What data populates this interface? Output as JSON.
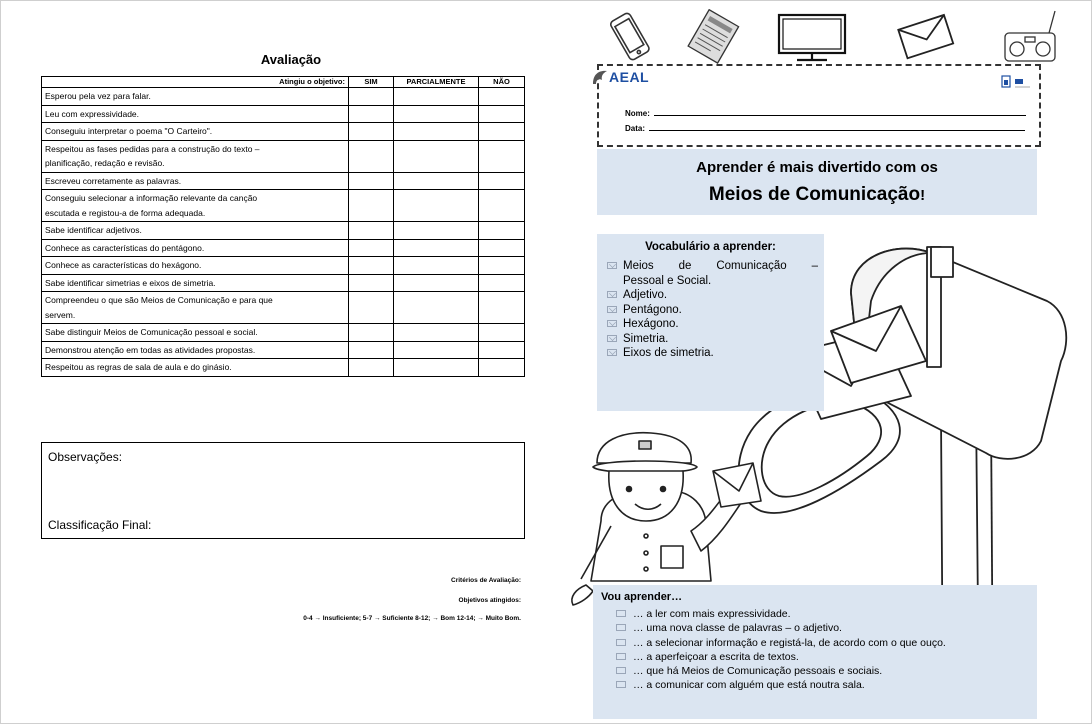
{
  "evaluation": {
    "title": "Avaliação",
    "header_label": "Atingiu o objetivo:",
    "columns": [
      "SIM",
      "PARCIALMENTE",
      "NÃO"
    ],
    "criteria": [
      [
        "Esperou pela vez para falar."
      ],
      [
        "Leu com expressividade."
      ],
      [
        "Conseguiu interpretar o poema \"O Carteiro\"."
      ],
      [
        "Respeitou as fases pedidas para a construção do texto –",
        "planificação, redação e revisão."
      ],
      [
        "Escreveu corretamente as palavras."
      ],
      [
        "Conseguiu selecionar a informação relevante da canção",
        "escutada e registou-a de forma adequada."
      ],
      [
        "Sabe identificar adjetivos."
      ],
      [
        "Conhece as características do pentágono."
      ],
      [
        "Conhece as características do hexágono."
      ],
      [
        "Sabe identificar simetrias e eixos de simetria."
      ],
      [
        "Compreendeu o que são Meios de Comunicação e para que",
        "servem."
      ],
      [
        "Sabe distinguir Meios de Comunicação pessoal e social."
      ],
      [
        "Demonstrou atenção em todas as atividades propostas."
      ],
      [
        "Respeitou as regras de sala de aula e do ginásio."
      ]
    ],
    "observations_label": "Observações:",
    "final_label": "Classificação Final:",
    "criteria_heading": "Critérios de Avaliação:",
    "objectives_heading": "Objetivos atingidos:",
    "scale": "0-4 → Insuficiente; 5-7 → Suficiente 8-12; → Bom 12-14; → Muito Bom."
  },
  "worksheet": {
    "school": "AEAL",
    "name_label": "Nome:",
    "date_label": "Data:",
    "banner_line1": "Aprender é mais divertido com os",
    "banner_line2": "Meios de Comunicação",
    "banner_excl": "!",
    "vocab_title": "Vocabulário a aprender:",
    "vocab_items": [
      "Meios de Comunicação –",
      "Pessoal e Social.",
      "Adjetivo.",
      "Pentágono.",
      "Hexágono.",
      "Simetria.",
      "Eixos de simetria."
    ],
    "learn_title": "Vou aprender…",
    "learn_items": [
      "… a ler com mais expressividade.",
      "… uma nova classe de palavras – o adjetivo.",
      "… a selecionar informação e registá-la, de acordo com o que ouço.",
      "… a aperfeiçoar a escrita de textos.",
      "… que há Meios de Comunicação pessoais e sociais.",
      "… a comunicar com alguém que está noutra sala."
    ]
  },
  "colors": {
    "banner_bg": "#dbe5f1",
    "brand_blue": "#1e4fa2"
  },
  "icons": [
    "phone-icon",
    "newspaper-icon",
    "tv-icon",
    "envelope-icon",
    "radio-icon",
    "mailbox-illustration",
    "mailman-illustration"
  ]
}
